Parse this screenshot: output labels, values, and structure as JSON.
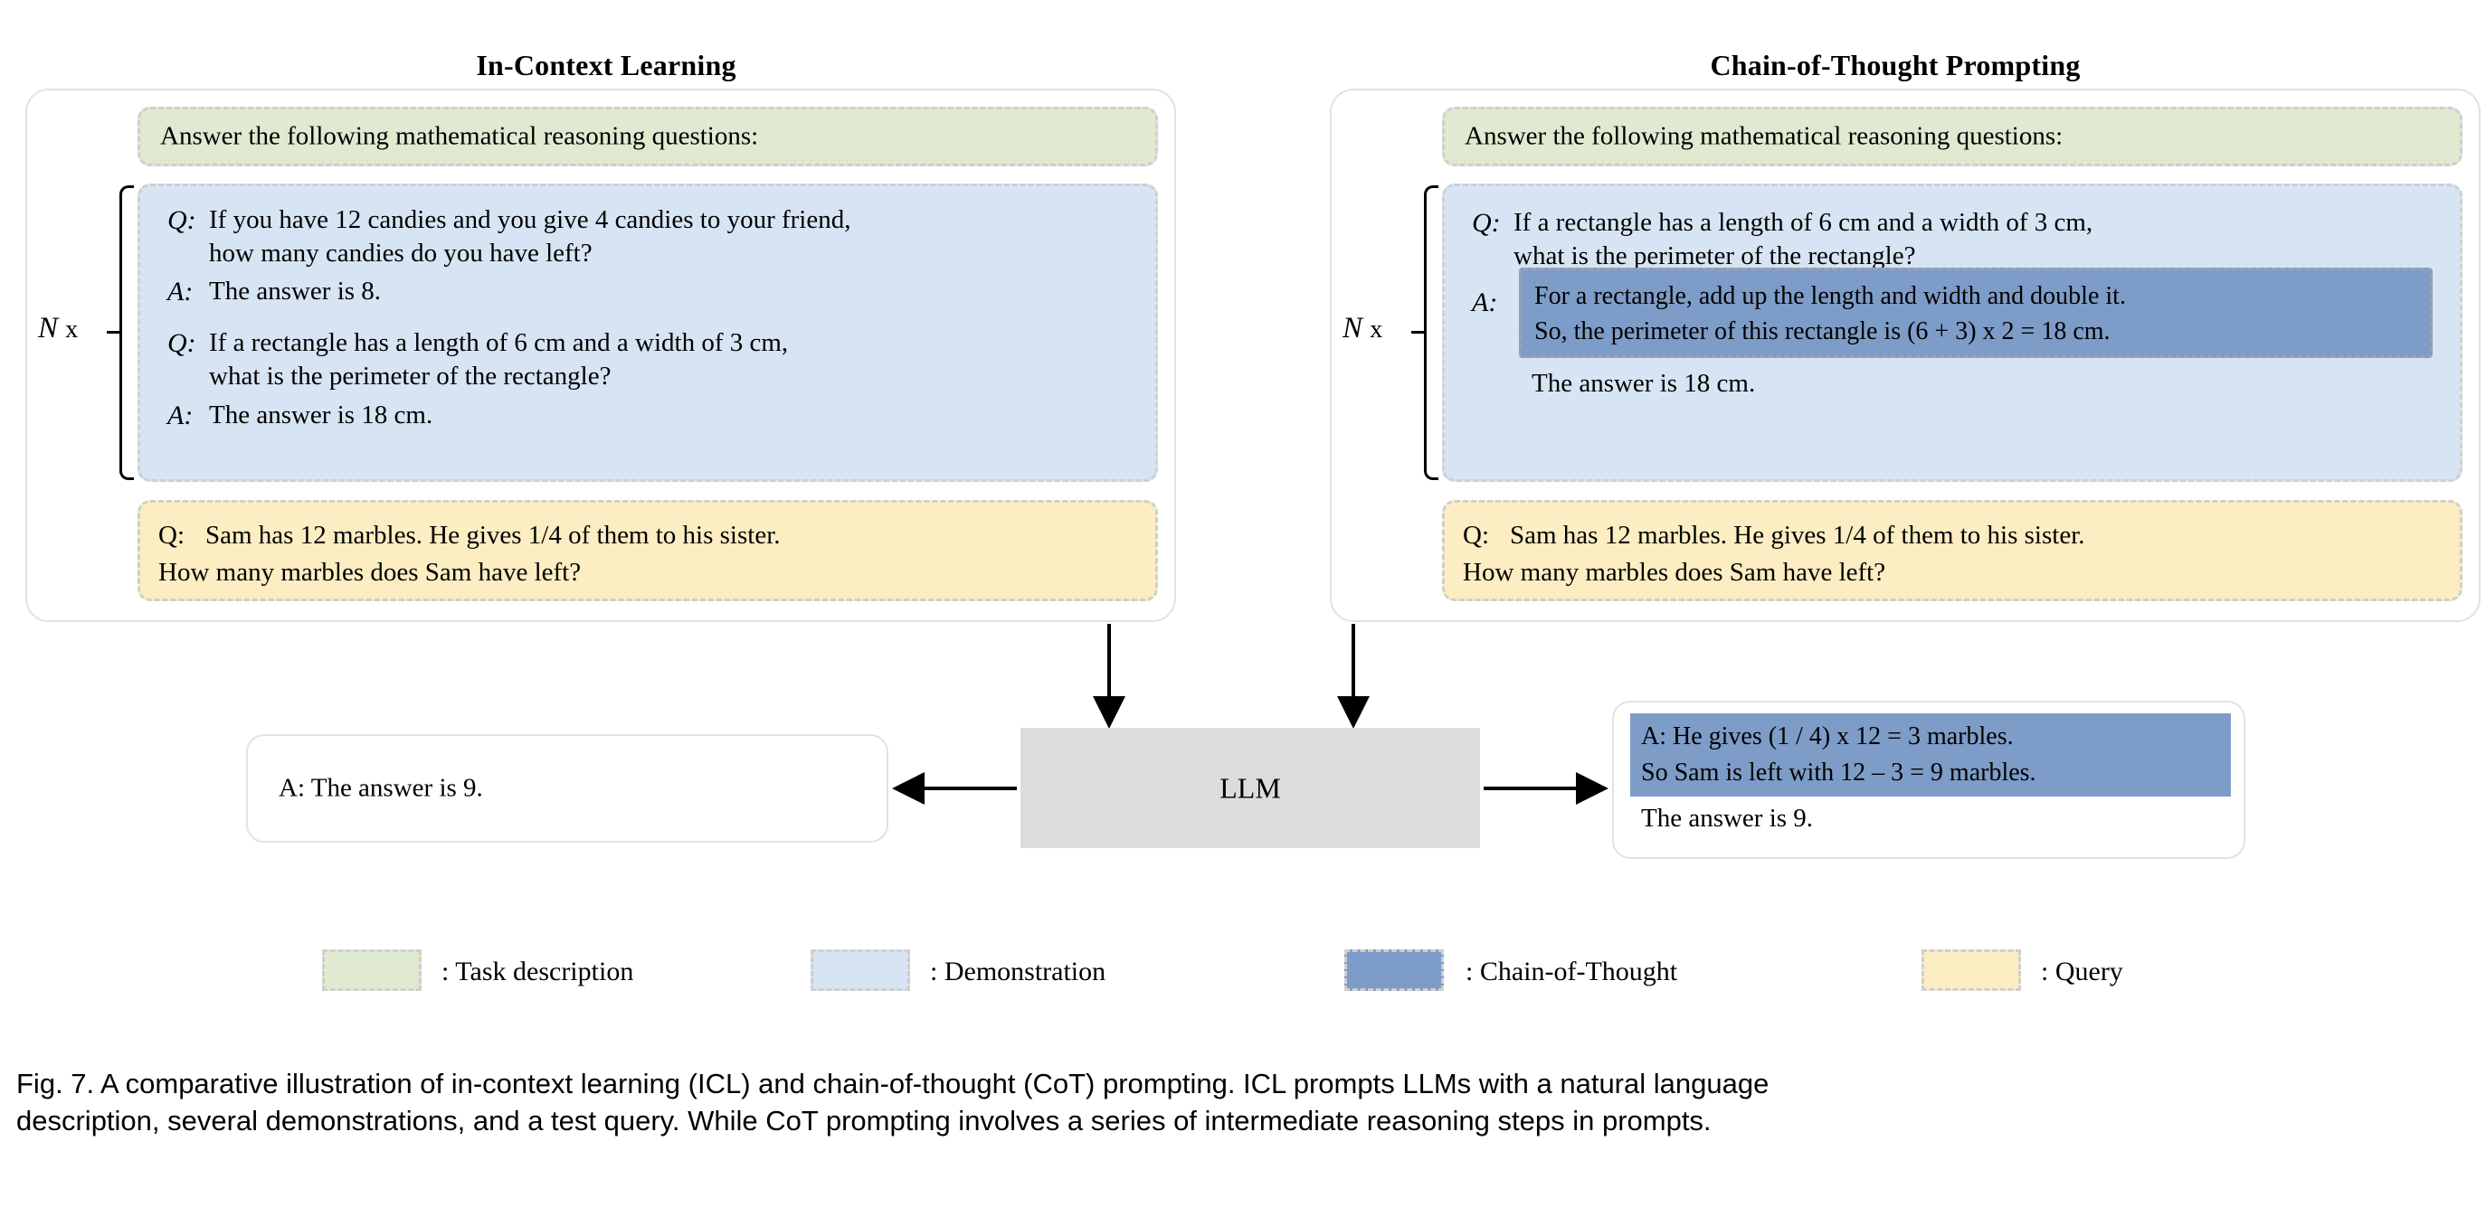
{
  "figure": {
    "caption_line1": "Fig. 7.  A comparative illustration of in-context learning (ICL) and chain-of-thought (CoT) prompting. ICL prompts LLMs with a natural language",
    "caption_line2": "description, several demonstrations, and a test query. While CoT prompting involves a series of intermediate reasoning steps in prompts."
  },
  "colors": {
    "task_description": "#dfead0",
    "demonstration": "#d7e4f3",
    "chain_of_thought": "#7e9cc8",
    "query": "#fcedc2",
    "llm_box": "#dcdcdc",
    "panel_border": "#e2e2e2",
    "dashed_border": "#cfcfcf"
  },
  "icl": {
    "title": "In-Context Learning",
    "task_description": "Answer the following mathematical reasoning questions:",
    "repeat_label_n": "N",
    "repeat_label_x": "x",
    "demonstrations": [
      {
        "q_tag": "Q:",
        "q_line1": "If you have 12 candies and you give 4 candies to your friend,",
        "q_line2": "how many candies do you have left?",
        "a_tag": "A:",
        "a_line1": "The answer is 8."
      },
      {
        "q_tag": "Q:",
        "q_line1": "If a rectangle has a length of 6 cm and a width of 3 cm,",
        "q_line2": "what is the perimeter of the rectangle?",
        "a_tag": "A:",
        "a_line1": "The answer is 18 cm."
      }
    ],
    "query": {
      "lead": "Q:",
      "line1": "Sam has 12 marbles. He gives 1/4 of them to his sister.",
      "line2": "How many marbles does Sam have left?"
    },
    "output": "A: The answer is 9."
  },
  "cot": {
    "title": "Chain-of-Thought Prompting",
    "task_description": "Answer the following mathematical reasoning questions:",
    "repeat_label_n": "N",
    "repeat_label_x": "x",
    "demonstration": {
      "q_tag": "Q:",
      "q_line1": "If a rectangle has a length of 6 cm and a width of 3 cm,",
      "q_line2": "what is the perimeter of the rectangle?",
      "a_tag": "A:",
      "cot_line1": "For a rectangle, add up the length and width and double it.",
      "cot_line2": "So, the perimeter of this rectangle is (6 + 3) x 2 = 18 cm.",
      "final_line": "The answer is 18 cm."
    },
    "query": {
      "lead": "Q:",
      "line1": "Sam has 12 marbles. He gives 1/4 of them to his sister.",
      "line2": "How many marbles does Sam have left?"
    },
    "output": {
      "cot_line1": "A: He gives (1 / 4) x 12 = 3 marbles.",
      "cot_line2": "So Sam is left with 12 – 3 = 9 marbles.",
      "final_line": "The answer is 9."
    }
  },
  "model": {
    "label": "LLM"
  },
  "legend": {
    "items": [
      {
        "label": ": Task description",
        "color": "#dfead0"
      },
      {
        "label": ": Demonstration",
        "color": "#d7e4f3"
      },
      {
        "label": ": Chain-of-Thought",
        "color": "#7e9cc8"
      },
      {
        "label": ": Query",
        "color": "#fcedc2"
      }
    ]
  }
}
